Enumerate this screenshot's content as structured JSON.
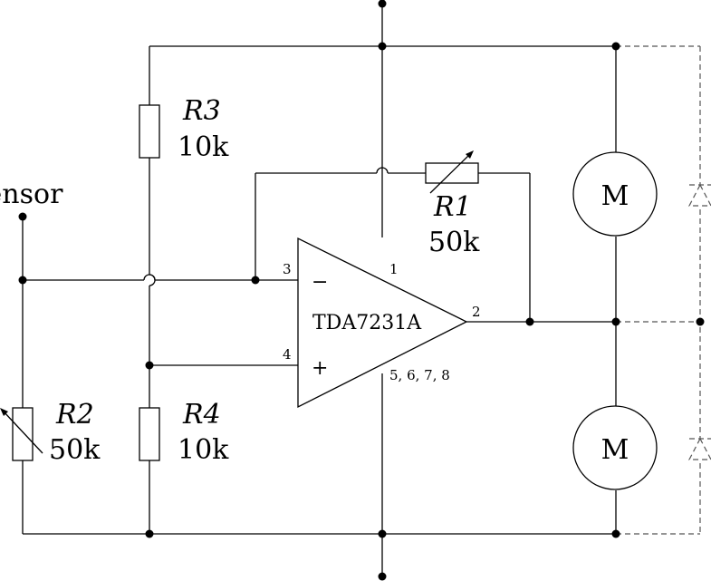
{
  "sensor_label": "Sensor",
  "opamp": {
    "name": "TDA7231A",
    "minus_sign": "−",
    "plus_sign": "+",
    "pin_minus": "3",
    "pin_plus": "4",
    "pin_supply": "1",
    "pin_output": "2",
    "pin_ground": "5, 6, 7, 8"
  },
  "resistors": {
    "r1": {
      "name": "R1",
      "value": "50k"
    },
    "r2": {
      "name": "R2",
      "value": "50k"
    },
    "r3": {
      "name": "R3",
      "value": "10k"
    },
    "r4": {
      "name": "R4",
      "value": "10k"
    }
  },
  "motors": {
    "top": "M",
    "bottom": "M"
  }
}
